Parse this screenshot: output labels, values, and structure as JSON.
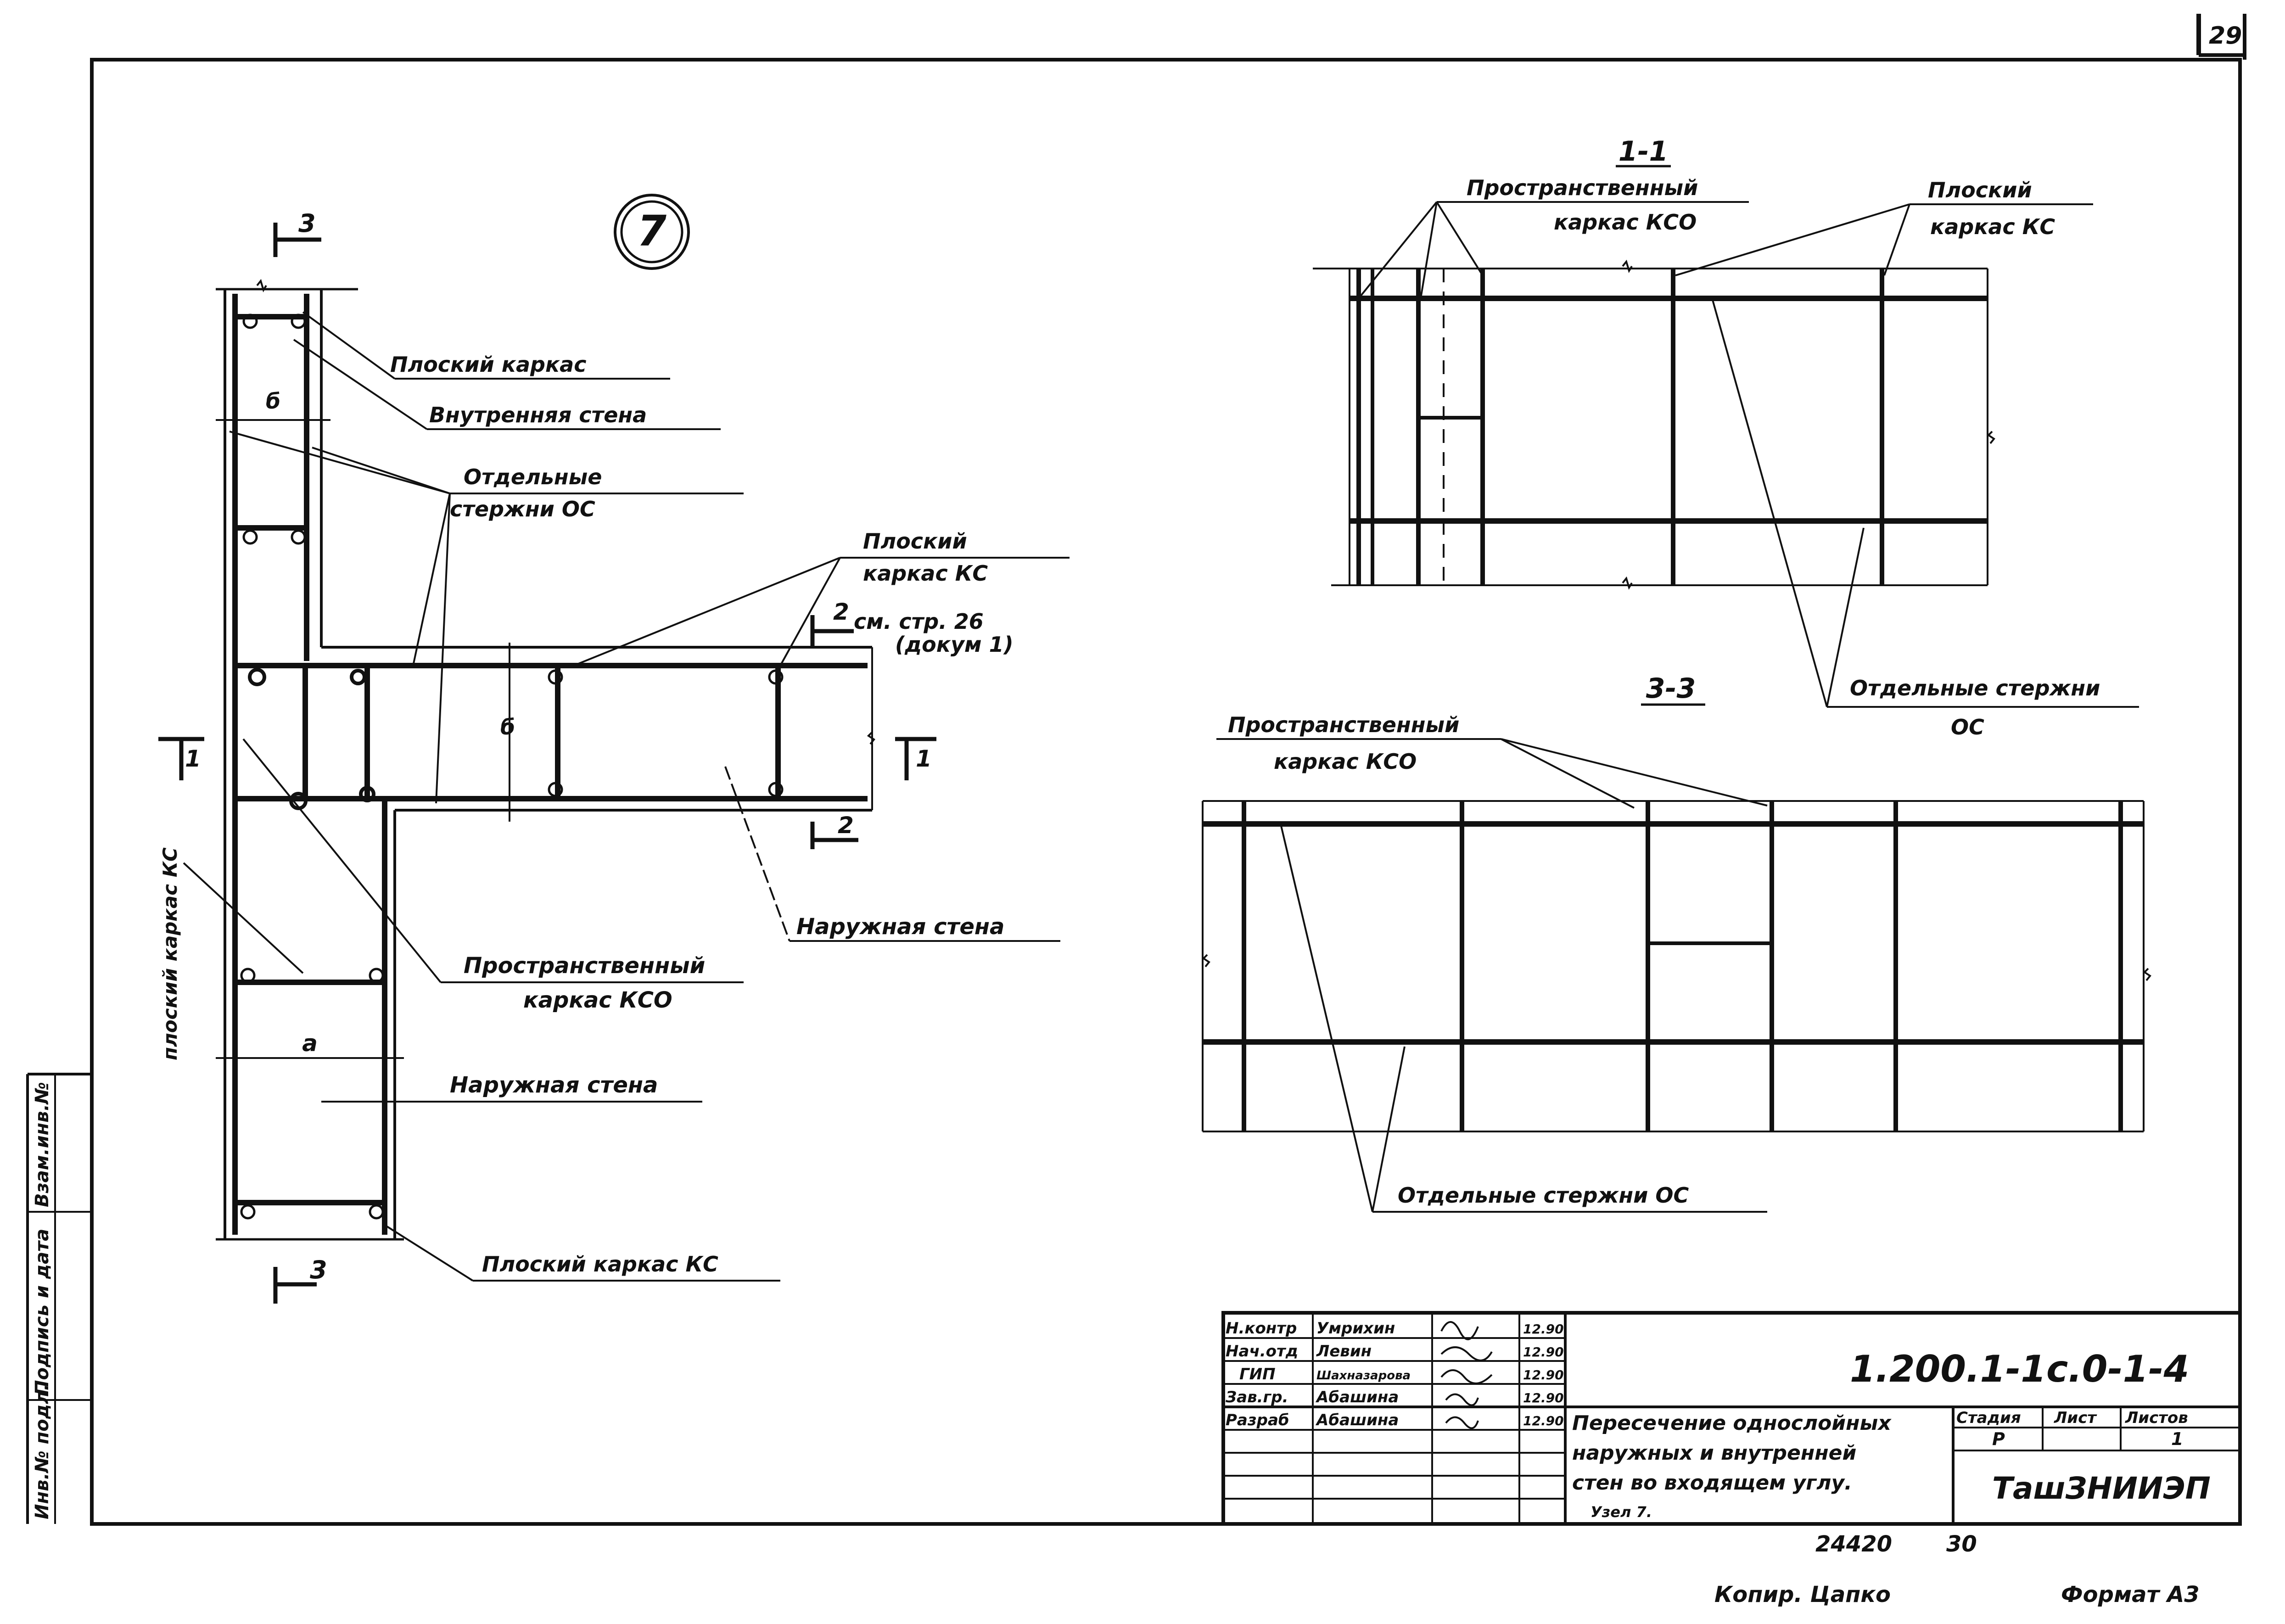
{
  "page_number": "29",
  "node_number": "7",
  "plan": {
    "cut_3_top": "3",
    "cut_3_bottom": "3",
    "cut_2_top": "2",
    "cut_2_bottom": "2",
    "cut_1_left": "1",
    "cut_1_right": "1",
    "dim_b": "б",
    "dim_b_vertical": "б",
    "dim_a": "а",
    "ref_page": "см. стр. 26",
    "ref_doc": "(докум 1)"
  },
  "labels": {
    "flat_frame": "Плоский каркас",
    "inner_wall": "Внутренняя стена",
    "separate_rods_1": "Отдельные",
    "separate_rods_2": "стержни ОС",
    "flat_frame_ks_1": "Плоский",
    "flat_frame_ks_2": "каркас КС",
    "outer_wall_right": "Наружная стена",
    "spatial_frame_1": "Пространственный",
    "spatial_frame_2": "каркас КСО",
    "outer_wall_bottom": "Наружная стена",
    "flat_frame_ks_bottom": "Плоский каркас КС",
    "flat_frame_ks_vertical": "плоский каркас КС"
  },
  "section_1_1": {
    "title": "1-1",
    "spatial_1": "Пространственный",
    "spatial_2": "каркас КСО",
    "flat_1": "Плоский",
    "flat_2": "каркас КС",
    "rods_1": "Отдельные стержни",
    "rods_2": "ОС"
  },
  "section_3_3": {
    "title": "3-3",
    "spatial_1": "Пространственный",
    "spatial_2": "каркас КСО",
    "rods": "Отдельные стержни ОС"
  },
  "side_stamp": {
    "inv_podl": "Инв.№ подл.",
    "sign_date": "Подпись и дата",
    "vzam_inv": "Взам.инв.№"
  },
  "title_block": {
    "rows": [
      {
        "role": "Н.контр",
        "name": "Умрихин",
        "date": "12.90"
      },
      {
        "role": "Нач.отд",
        "name": "Левин",
        "date": "12.90"
      },
      {
        "role": "ГИП",
        "name": "Шахназарова",
        "date": "12.90"
      },
      {
        "role": "Зав.гр.",
        "name": "Абашина",
        "date": "12.90"
      },
      {
        "role": "Разраб",
        "name": "Абашина",
        "date": "12.90"
      }
    ],
    "doc_code": "1.200.1-1с.0-1-4",
    "title_1": "Пересечение однослойных",
    "title_2": "наружных и внутренней",
    "title_3": "стен во входящем углу.",
    "title_4": "Узел 7.",
    "stage_h": "Стадия",
    "sheet_h": "Лист",
    "sheets_h": "Листов",
    "stage": "Р",
    "sheets": "1",
    "org": "ТашЗНИИЭП"
  },
  "footer": {
    "archive_no": "24420",
    "archive_sub": "30",
    "copied": "Копир. Цапко",
    "format": "Формат А3"
  }
}
